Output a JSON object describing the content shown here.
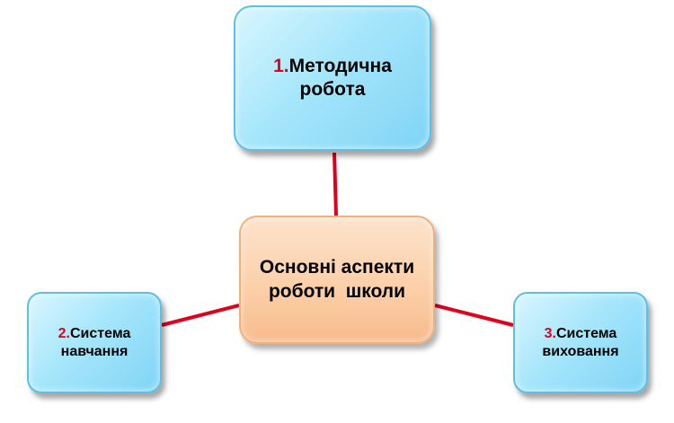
{
  "diagram": {
    "center": {
      "text_line1": "Основні аспекти",
      "text_line2": "роботи  школи"
    },
    "nodes": [
      {
        "number": "1.",
        "line1": "Методична",
        "line2": "робота"
      },
      {
        "number": "2.",
        "line1": "Система",
        "line2": "навчання"
      },
      {
        "number": "3.",
        "line1": "Система",
        "line2": "виховання"
      }
    ],
    "colors": {
      "connector": "#e0001b",
      "number": "#e0001b",
      "outer_box": "#a6e6fb",
      "center_box": "#fcd0aa"
    }
  }
}
